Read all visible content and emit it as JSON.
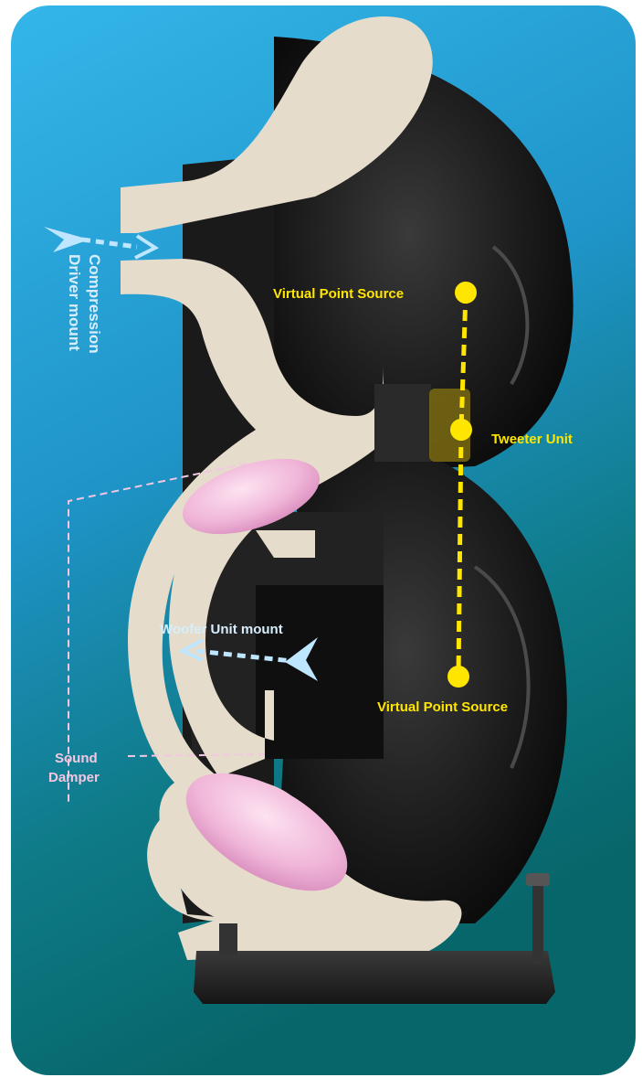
{
  "labels": {
    "compression_driver_line1": "Compression",
    "compression_driver_line2": "Driver mount",
    "virtual_point_source_top": "Virtual Point Source",
    "tweeter_unit": "Tweeter Unit",
    "woofer_unit_mount": "Woofer Unit mount",
    "virtual_point_source_bottom": "Virtual Point Source",
    "sound_damper_line1": "Sound",
    "sound_damper_line2": "Damper"
  },
  "colors": {
    "background_top": "#2aa8e2",
    "background_bottom": "#0a6e6a",
    "shell": "#e6dccb",
    "interior_dark": "#151515",
    "damper": "#f0b6d8",
    "callout_yellow": "#ffe600",
    "arrow_blue": "#bfe6ff",
    "label_lightblue": "#d6eefc",
    "label_pink": "#f3c7e2"
  },
  "icons": {
    "driver_arrow": "arrow-icon",
    "woofer_arrow": "arrow-icon",
    "adjustable_foot": "foot-spike-icon"
  }
}
